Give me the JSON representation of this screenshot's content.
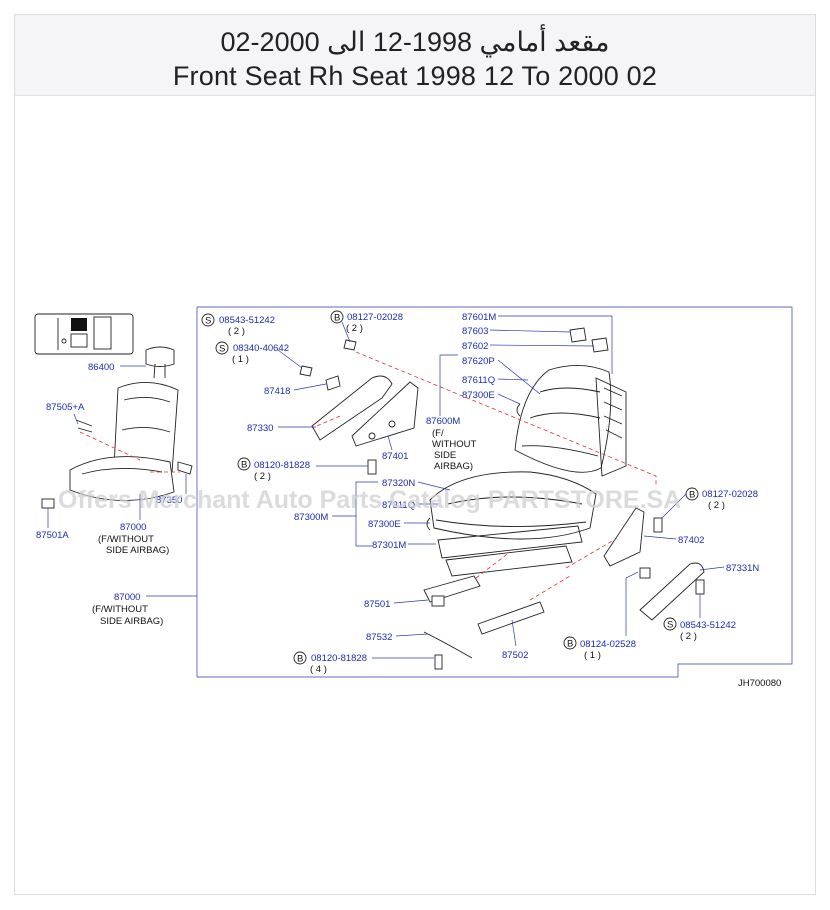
{
  "header": {
    "title_ar": "مقعد أمامي 1998-12 الى 2000-02",
    "title_en": "Front Seat Rh Seat 1998 12 To 2000 02"
  },
  "watermark": "Offers Merchant Auto Parts Catalog PARTSTORE.SA",
  "figure_code": "JH700080",
  "callouts": {
    "p86400": "86400",
    "p87505A": "87505+A",
    "p87501A": "87501A",
    "p87000_left": "87000",
    "without_airbag_left_1": "(F/WITHOUT",
    "without_airbag_left_2": "SIDE  AIRBAG)",
    "p87000_main": "87000",
    "without_airbag_main_1": "(F/WITHOUT",
    "without_airbag_main_2": "SIDE  AIRBAG)",
    "p87350": "87350",
    "b08543_51242_top": "08543-51242",
    "q2_a": "( 2 )",
    "b08340_40642": "08340-40642",
    "q1_a": "( 1 )",
    "b08127_02028_top": "08127-02028",
    "q2_b": "( 2 )",
    "p87418": "87418",
    "p87330": "87330",
    "p87401": "87401",
    "b08120_81828_mid": "08120-81828",
    "q2_c": "( 2 )",
    "p87601M": "87601M",
    "p87603": "87603",
    "p87602": "87602",
    "p87620P": "87620P",
    "p87611Q": "87611Q",
    "p87300E_top": "87300E",
    "p87600M": "87600M",
    "f_without_1": "(F/",
    "f_without_2": "WITHOUT",
    "f_without_3": "SIDE",
    "f_without_4": "AIRBAG)",
    "p87320N": "87320N",
    "p87311Q": "87311Q",
    "p87300M": "87300M",
    "p87300E_mid": "87300E",
    "p87301M": "87301M",
    "b08127_02028_right": "08127-02028",
    "q2_d": "( 2 )",
    "p87402": "87402",
    "p87331N": "87331N",
    "b08543_51242_right": "08543-51242",
    "q2_e": "( 2 )",
    "b08124_02528": "08124-02528",
    "q1_b": "( 1 )",
    "p87501": "87501",
    "p87532": "87532",
    "p87502": "87502",
    "b08120_81828_bottom": "08120-81828",
    "q4": "( 4 )"
  },
  "circle_marks": {
    "s": "S",
    "b": "B"
  },
  "colors": {
    "callout_text": "#1a2bb8",
    "leader_line": "#2a3bb5",
    "dashed_line": "#e23030",
    "header_bg": "#f5f5f7"
  }
}
